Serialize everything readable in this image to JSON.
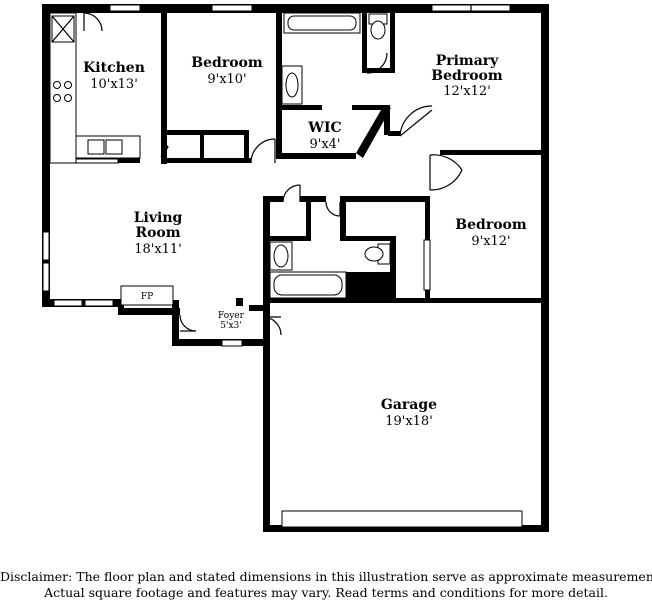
{
  "rooms": {
    "kitchen": {
      "name": "Kitchen",
      "dim": "10'x13'"
    },
    "bedroom_upper": {
      "name": "Bedroom",
      "dim": "9'x10'"
    },
    "primary": {
      "name_line1": "Primary",
      "name_line2": "Bedroom",
      "dim": "12'x12'"
    },
    "wic": {
      "name": "WIC",
      "dim": "9'x4'"
    },
    "living": {
      "name_line1": "Living",
      "name_line2": "Room",
      "dim": "18'x11'"
    },
    "bedroom_right": {
      "name": "Bedroom",
      "dim": "9'x12'"
    },
    "foyer": {
      "name": "Foyer",
      "dim": "5'x3'"
    },
    "garage": {
      "name": "Garage",
      "dim": "19'x18'"
    },
    "fireplace": {
      "label": "FP"
    }
  },
  "disclaimer": {
    "line1": "Disclaimer: The floor plan and stated dimensions in this illustration serve as approximate measurements.",
    "line2": "Actual square footage and features may vary. Read terms and conditions for more detail."
  }
}
